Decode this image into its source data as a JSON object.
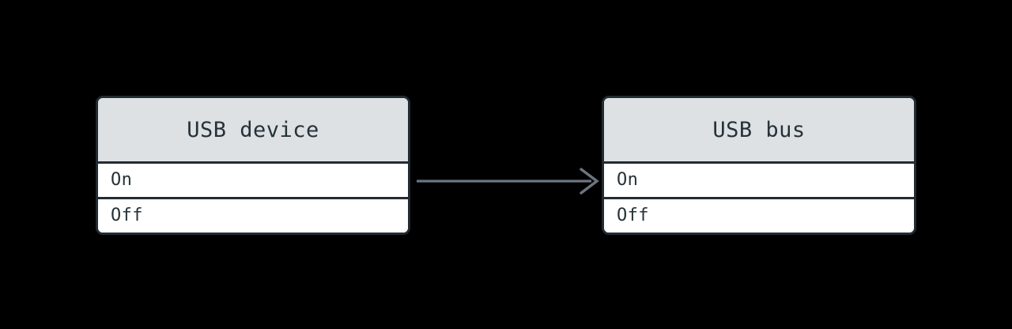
{
  "diagram": {
    "type": "state-diagram",
    "background_color": "#000000",
    "node_border_color": "#232b32",
    "node_header_color": "#dde1e4",
    "node_body_color": "#ffffff",
    "text_color": "#263238",
    "edge_color": "#6b7580",
    "nodes": [
      {
        "id": "usb-device",
        "title": "USB device",
        "rows": [
          {
            "label": "On"
          },
          {
            "label": "Off"
          }
        ]
      },
      {
        "id": "usb-bus",
        "title": "USB bus",
        "rows": [
          {
            "label": "On"
          },
          {
            "label": "Off"
          }
        ]
      }
    ],
    "edges": [
      {
        "id": "usb-device-to-usb-bus",
        "from": "usb-device",
        "to": "usb-bus",
        "label": "",
        "arrowhead": "open-arrow-icon"
      }
    ]
  }
}
